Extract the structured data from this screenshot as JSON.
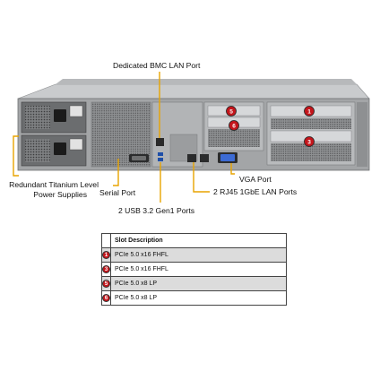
{
  "callouts": {
    "bmc": "Dedicated BMC LAN Port",
    "psu_line1": "Redundant  Titanium  Level",
    "psu_line2": "Power Supplies",
    "serial": "Serial Port",
    "usb": "2 USB 3.2 Gen1 Ports",
    "vga": "VGA Port",
    "lan": "2 RJ45 1GbE LAN Ports"
  },
  "slot_badges": [
    "1",
    "3",
    "5",
    "6"
  ],
  "table": {
    "header": "Slot Description",
    "rows": [
      {
        "num": "1",
        "desc": "PCIe 5.0 x16 FHFL"
      },
      {
        "num": "3",
        "desc": "PCIe 5.0 x16 FHFL"
      },
      {
        "num": "5",
        "desc": "PCIe 5.0 x8 LP"
      },
      {
        "num": "6",
        "desc": "PCIe 5.0 x8 LP"
      }
    ]
  },
  "colors": {
    "callout_line": "#e8a400",
    "badge": "#c4161c",
    "chassis": "#9a9c9e",
    "row_shade": "#dcdcdc"
  }
}
